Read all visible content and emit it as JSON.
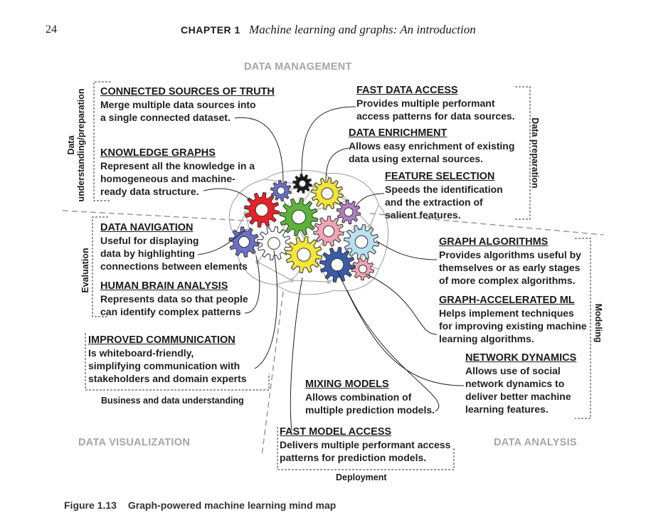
{
  "header": {
    "page_number": "24",
    "chapter_label": "CHAPTER 1",
    "chapter_title": "Machine learning and graphs: An introduction"
  },
  "quadrants": {
    "top": "DATA MANAGEMENT",
    "bottom_left": "DATA VISUALIZATION",
    "bottom_right": "DATA ANALYSIS"
  },
  "side_labels": {
    "left_top_line1": "Data",
    "left_top_line2": "understanding/preparation",
    "left_mid": "Evaluation",
    "right_top": "Data preparation",
    "right_mid": "Modeling"
  },
  "bottom_labels": {
    "business": "Business and data understanding",
    "deployment": "Deployment"
  },
  "blocks": {
    "connected_sources": {
      "title": "CONNECTED SOURCES OF TRUTH",
      "lines": [
        "Merge multiple data sources into",
        "a single connected dataset."
      ]
    },
    "knowledge_graphs": {
      "title": "KNOWLEDGE GRAPHS",
      "lines": [
        "Represent all the knowledge in a",
        "homogeneous and machine-",
        "ready data structure."
      ]
    },
    "fast_data_access": {
      "title": "FAST DATA ACCESS",
      "lines": [
        "Provides multiple performant",
        "access patterns for data sources."
      ]
    },
    "data_enrichment": {
      "title": "DATA ENRICHMENT",
      "lines": [
        "Allows easy enrichment of existing",
        "data using external sources."
      ]
    },
    "feature_selection": {
      "title": "FEATURE SELECTION",
      "lines": [
        "Speeds the identification",
        "and the extraction of",
        "salient features."
      ]
    },
    "data_navigation": {
      "title": "DATA NAVIGATION",
      "lines": [
        "Useful for displaying",
        "data by highlighting",
        "connections between elements"
      ]
    },
    "human_brain": {
      "title": "HUMAN BRAIN ANALYSIS",
      "lines": [
        "Represents data so that people",
        "can identify complex patterns"
      ]
    },
    "improved_comm": {
      "title": "IMPROVED COMMUNICATION",
      "lines": [
        "Is whiteboard-friendly,",
        "simplifying communication with",
        "stakeholders and domain experts"
      ]
    },
    "graph_algorithms": {
      "title": "GRAPH ALGORITHMS",
      "lines": [
        "Provides algorithms useful by",
        "themselves or as early stages",
        "of more complex algorithms."
      ]
    },
    "graph_ml": {
      "title": "GRAPH-ACCELERATED ML",
      "lines": [
        "Helps implement techniques",
        "for improving existing machine",
        "learning algorithms."
      ]
    },
    "network_dynamics": {
      "title": "NETWORK DYNAMICS",
      "lines": [
        "Allows use of social",
        "network dynamics to",
        "deliver better machine",
        "learning features."
      ]
    },
    "mixing_models": {
      "title": "MIXING MODELS",
      "lines": [
        "Allows combination of",
        "multiple prediction models."
      ]
    },
    "fast_model_access": {
      "title": "FAST MODEL ACCESS",
      "lines": [
        "Delivers multiple performant access",
        "patterns for prediction models."
      ]
    }
  },
  "caption": {
    "number": "Figure 1.13",
    "text": "Graph-powered machine learning mind map"
  },
  "colors": {
    "gear_red": "#e8202a",
    "gear_green": "#5db33a",
    "gear_yellow": "#f3e53a",
    "gear_blue": "#3b5ba8",
    "gear_purple": "#6a6fc7",
    "gear_pink": "#f4a4b4",
    "gear_violet": "#b27fc1",
    "gear_lightblue": "#b8e0ee",
    "gear_black": "#1a1a1a",
    "gear_white": "#ffffff",
    "quadrant_text": "#a6a6a6"
  }
}
